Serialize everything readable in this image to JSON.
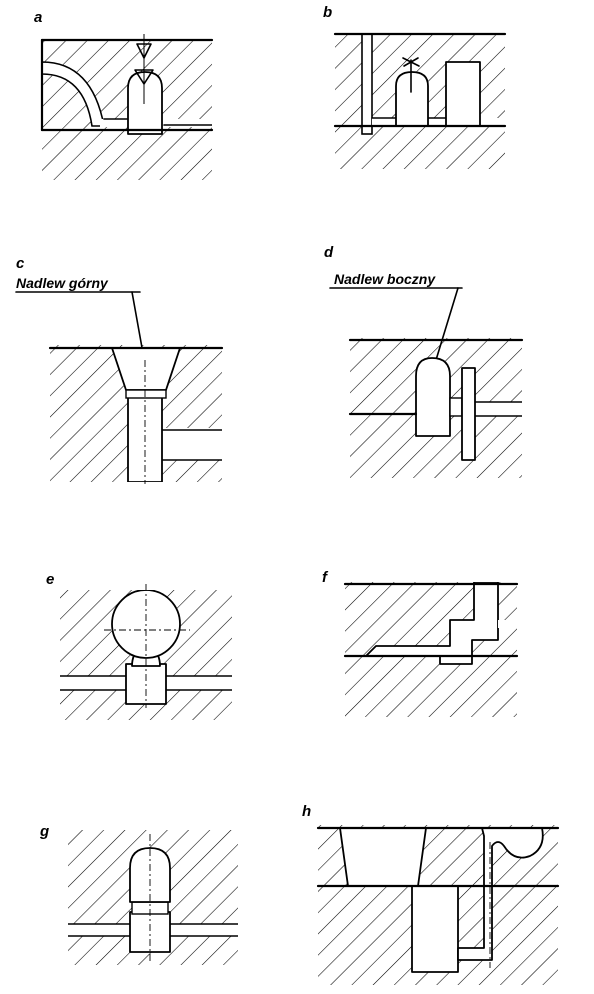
{
  "panels": [
    {
      "id": "a",
      "label": "a"
    },
    {
      "id": "b",
      "label": "b"
    },
    {
      "id": "c",
      "label": "c",
      "callout": "Nadlew górny"
    },
    {
      "id": "d",
      "label": "d",
      "callout": "Nadlew boczny"
    },
    {
      "id": "e",
      "label": "e"
    },
    {
      "id": "f",
      "label": "f"
    },
    {
      "id": "g",
      "label": "g"
    },
    {
      "id": "h",
      "label": "h"
    }
  ]
}
